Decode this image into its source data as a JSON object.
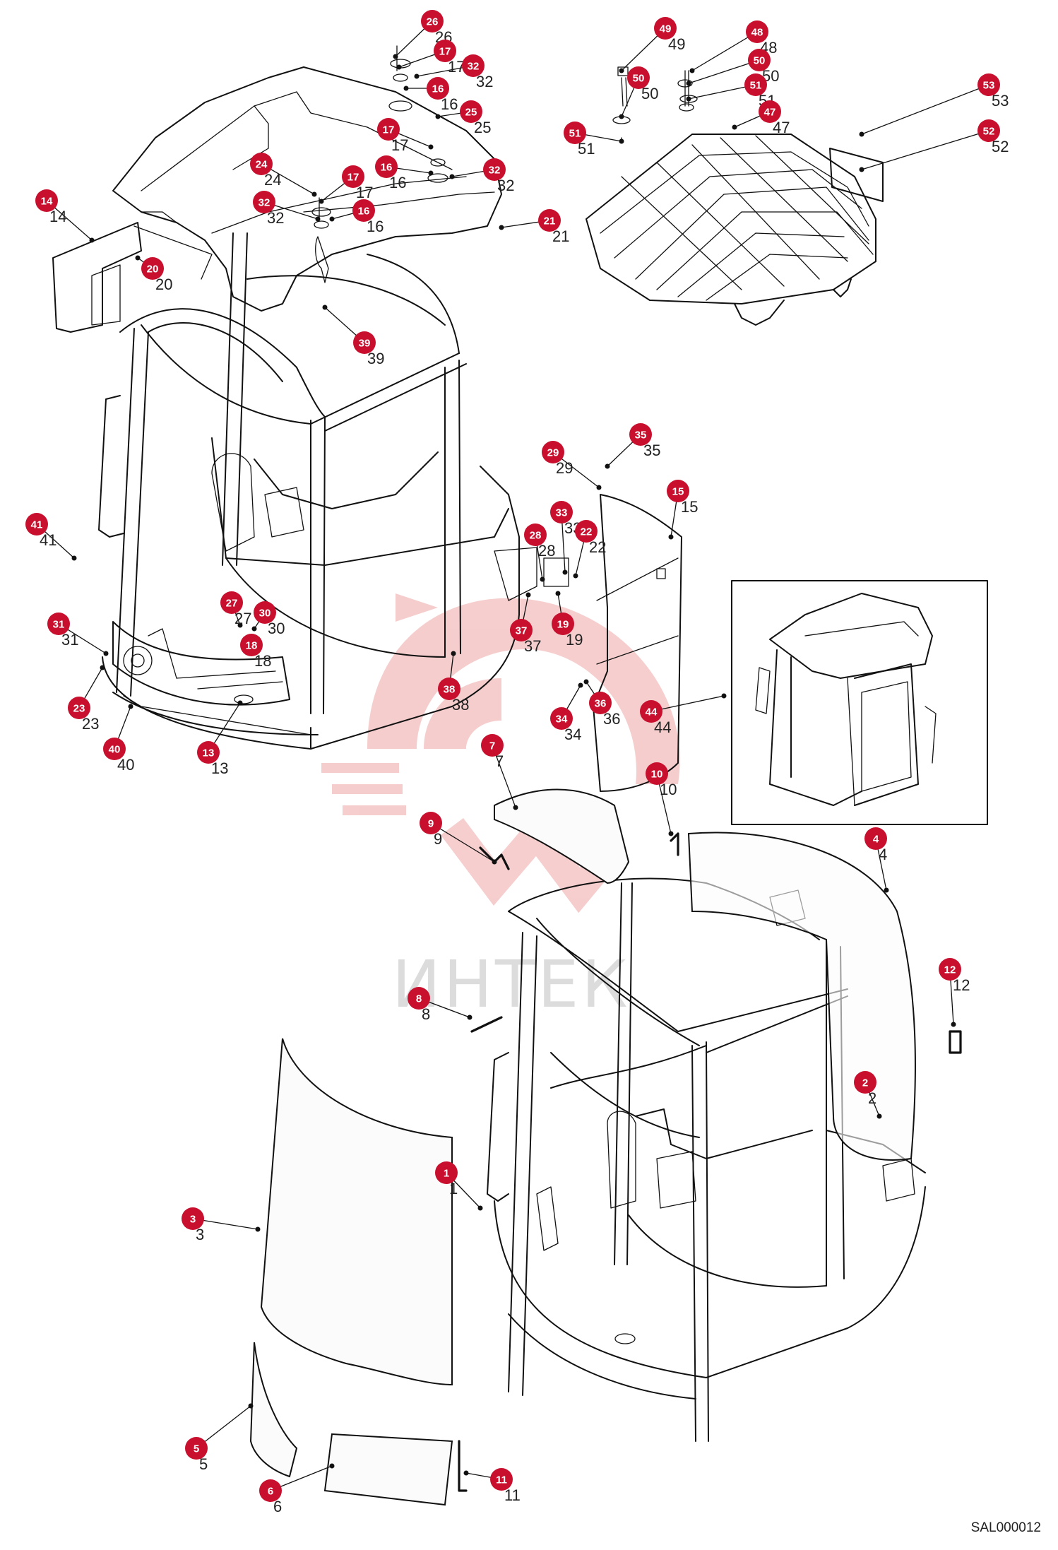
{
  "watermark": {
    "text": "ИНТЕК",
    "color": "#f4c5c5"
  },
  "drawing_code": "SAL000012",
  "accent_color": "#c8102e",
  "callouts": [
    {
      "id": "26",
      "label": "26"
    },
    {
      "id": "17a",
      "label": "17"
    },
    {
      "id": "32a",
      "label": "32"
    },
    {
      "id": "16a",
      "label": "16"
    },
    {
      "id": "25",
      "label": "25"
    },
    {
      "id": "17b",
      "label": "17"
    },
    {
      "id": "16b",
      "label": "16"
    },
    {
      "id": "32b",
      "label": "32"
    },
    {
      "id": "24",
      "label": "24"
    },
    {
      "id": "17c",
      "label": "17"
    },
    {
      "id": "32c",
      "label": "32"
    },
    {
      "id": "16c",
      "label": "16"
    },
    {
      "id": "21",
      "label": "21"
    },
    {
      "id": "14",
      "label": "14"
    },
    {
      "id": "20",
      "label": "20"
    },
    {
      "id": "39",
      "label": "39"
    },
    {
      "id": "49",
      "label": "49"
    },
    {
      "id": "48",
      "label": "48"
    },
    {
      "id": "50a",
      "label": "50"
    },
    {
      "id": "50b",
      "label": "50"
    },
    {
      "id": "51a",
      "label": "51"
    },
    {
      "id": "51b",
      "label": "51"
    },
    {
      "id": "47",
      "label": "47"
    },
    {
      "id": "53",
      "label": "53"
    },
    {
      "id": "52",
      "label": "52"
    },
    {
      "id": "35",
      "label": "35"
    },
    {
      "id": "29",
      "label": "29"
    },
    {
      "id": "15",
      "label": "15"
    },
    {
      "id": "33",
      "label": "33"
    },
    {
      "id": "28",
      "label": "28"
    },
    {
      "id": "22",
      "label": "22"
    },
    {
      "id": "19",
      "label": "19"
    },
    {
      "id": "37",
      "label": "37"
    },
    {
      "id": "41",
      "label": "41"
    },
    {
      "id": "27",
      "label": "27"
    },
    {
      "id": "30",
      "label": "30"
    },
    {
      "id": "18",
      "label": "18"
    },
    {
      "id": "31",
      "label": "31"
    },
    {
      "id": "23",
      "label": "23"
    },
    {
      "id": "40",
      "label": "40"
    },
    {
      "id": "13",
      "label": "13"
    },
    {
      "id": "38",
      "label": "38"
    },
    {
      "id": "34",
      "label": "34"
    },
    {
      "id": "36",
      "label": "36"
    },
    {
      "id": "44",
      "label": "44"
    },
    {
      "id": "7",
      "label": "7"
    },
    {
      "id": "10",
      "label": "10"
    },
    {
      "id": "9",
      "label": "9"
    },
    {
      "id": "4",
      "label": "4"
    },
    {
      "id": "12",
      "label": "12"
    },
    {
      "id": "8",
      "label": "8"
    },
    {
      "id": "2",
      "label": "2"
    },
    {
      "id": "1",
      "label": "1"
    },
    {
      "id": "3",
      "label": "3"
    },
    {
      "id": "5",
      "label": "5"
    },
    {
      "id": "6",
      "label": "6"
    },
    {
      "id": "11",
      "label": "11"
    }
  ]
}
